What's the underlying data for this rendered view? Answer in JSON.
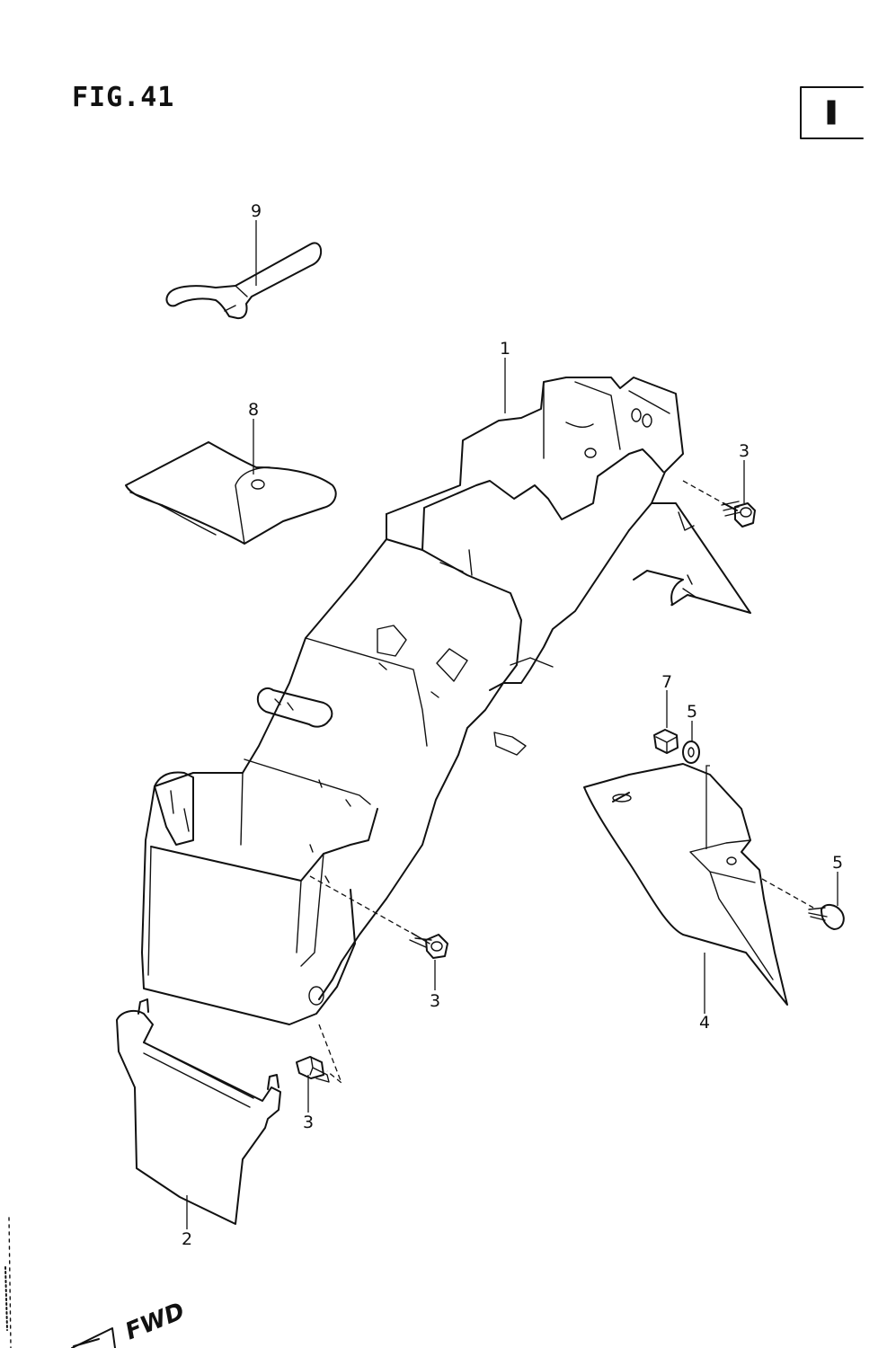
{
  "figure": {
    "title": "FIG.41",
    "section_marker": "I"
  },
  "parts": [
    {
      "id": "part-1",
      "label": "1"
    },
    {
      "id": "part-2",
      "label": "2"
    },
    {
      "id": "part-3a",
      "label": "3"
    },
    {
      "id": "part-3b",
      "label": "3"
    },
    {
      "id": "part-3c",
      "label": "3"
    },
    {
      "id": "part-4",
      "label": "4"
    },
    {
      "id": "part-5a",
      "label": "5"
    },
    {
      "id": "part-5b",
      "label": "5"
    },
    {
      "id": "part-7",
      "label": "7"
    },
    {
      "id": "part-8",
      "label": "8"
    },
    {
      "id": "part-9",
      "label": "9"
    }
  ],
  "direction_marker": {
    "label": "FWD"
  }
}
